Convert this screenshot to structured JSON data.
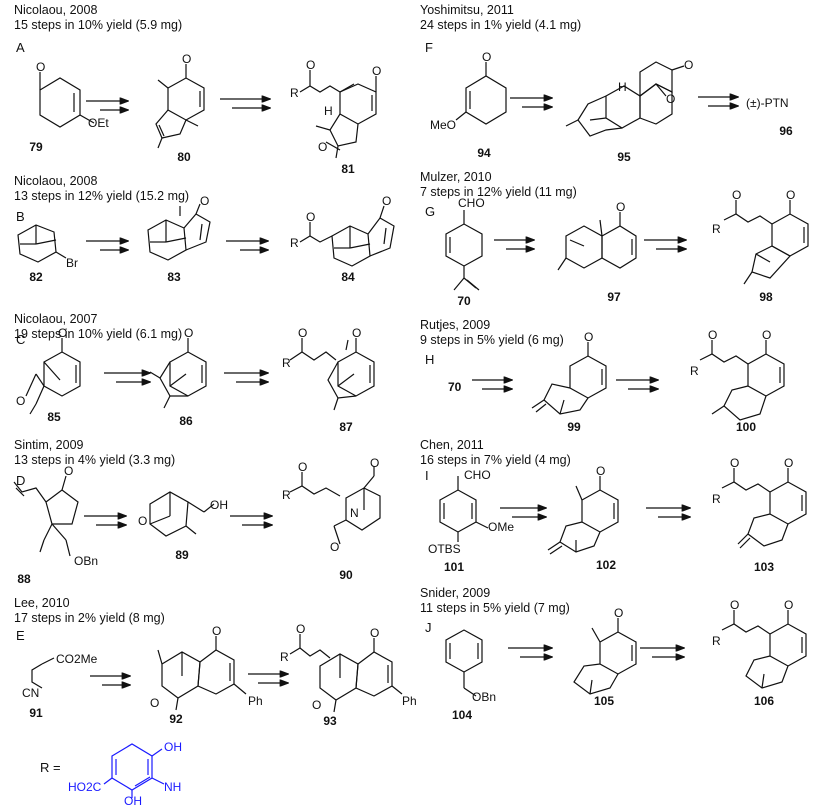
{
  "panels": [
    {
      "author": "Nicolaou, 2008",
      "summary": "15 steps in 10% yield (5.9 mg)",
      "letter": "A",
      "compounds": [
        "79",
        "80",
        "81"
      ]
    },
    {
      "author": "Nicolaou, 2008",
      "summary": "13 steps in 12% yield (15.2 mg)",
      "letter": "B",
      "compounds": [
        "82",
        "83",
        "84"
      ]
    },
    {
      "author": "Nicolaou, 2007",
      "summary": "19 steps in 10% yield (6.1 mg)",
      "letter": "C",
      "compounds": [
        "85",
        "86",
        "87"
      ]
    },
    {
      "author": "Sintim, 2009",
      "summary": "13 steps in 4% yield (3.3 mg)",
      "letter": "D",
      "compounds": [
        "88",
        "89",
        "90"
      ]
    },
    {
      "author": "Lee, 2010",
      "summary": "17 steps in 2% yield (8 mg)",
      "letter": "E",
      "compounds": [
        "91",
        "92",
        "93"
      ]
    },
    {
      "author": "Yoshimitsu, 2011",
      "summary": "24 steps in 1% yield (4.1 mg)",
      "letter": "F",
      "compounds": [
        "94",
        "95",
        "96"
      ]
    },
    {
      "author": "Mulzer, 2010",
      "summary": "7 steps in 12% yield (11 mg)",
      "letter": "G",
      "compounds": [
        "70",
        "97",
        "98"
      ]
    },
    {
      "author": "Rutjes, 2009",
      "summary": "9 steps in 5% yield (6 mg)",
      "letter": "H",
      "compounds": [
        "70",
        "99",
        "100"
      ]
    },
    {
      "author": "Chen, 2011",
      "summary": "16 steps in 7% yield (4 mg)",
      "letter": "I",
      "compounds": [
        "101",
        "102",
        "103"
      ]
    },
    {
      "author": "Snider, 2009",
      "summary": "11 steps in 5% yield (7 mg)",
      "letter": "J",
      "compounds": [
        "104",
        "105",
        "106"
      ]
    }
  ],
  "atom_labels": {
    "oet": "OEt",
    "o": "O",
    "r": "R",
    "h": "H",
    "br": "Br",
    "oh": "OH",
    "n": "N",
    "obn": "OBn",
    "co2me": "CO2Me",
    "cn": "CN",
    "ph": "Ph",
    "meo": "MeO",
    "ptn": "(±)-PTN",
    "cho": "CHO",
    "ome": "OMe",
    "otbs": "OTBS",
    "r_eq": "R =",
    "ho2c": "HO2C",
    "nh": "NH"
  },
  "colors": {
    "ink": "#111111",
    "substituent": "#1a1aff"
  }
}
